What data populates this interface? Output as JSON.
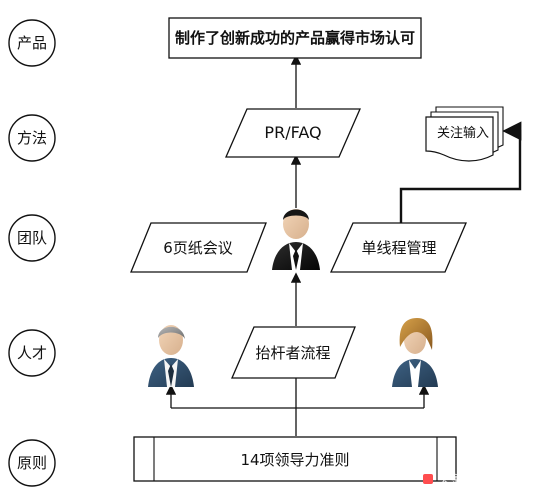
{
  "levels": [
    {
      "label": "产品"
    },
    {
      "label": "方法"
    },
    {
      "label": "团队"
    },
    {
      "label": "人才"
    },
    {
      "label": "原则"
    }
  ],
  "nodes": {
    "goal": "制作了创新成功的产品赢得市场认可",
    "pr_faq": "PR/FAQ",
    "six_pager": "6页纸会议",
    "single_thread": "单线程管理",
    "focus_input": "关注输入",
    "bar_raiser": "抬杆者流程",
    "principles": "14项领导力准则"
  },
  "watermark": {
    "text": "头条 @涛涛护"
  },
  "colors": {
    "line": "#111111",
    "circle_fill": "#ffffff",
    "box_fill": "#ffffff",
    "suit_blue": "#2f4c67",
    "suit_dark": "#111111",
    "skin": "#e6c7a8",
    "hair_blond": "#c68f38",
    "hair_gray": "#8f8f8f"
  }
}
